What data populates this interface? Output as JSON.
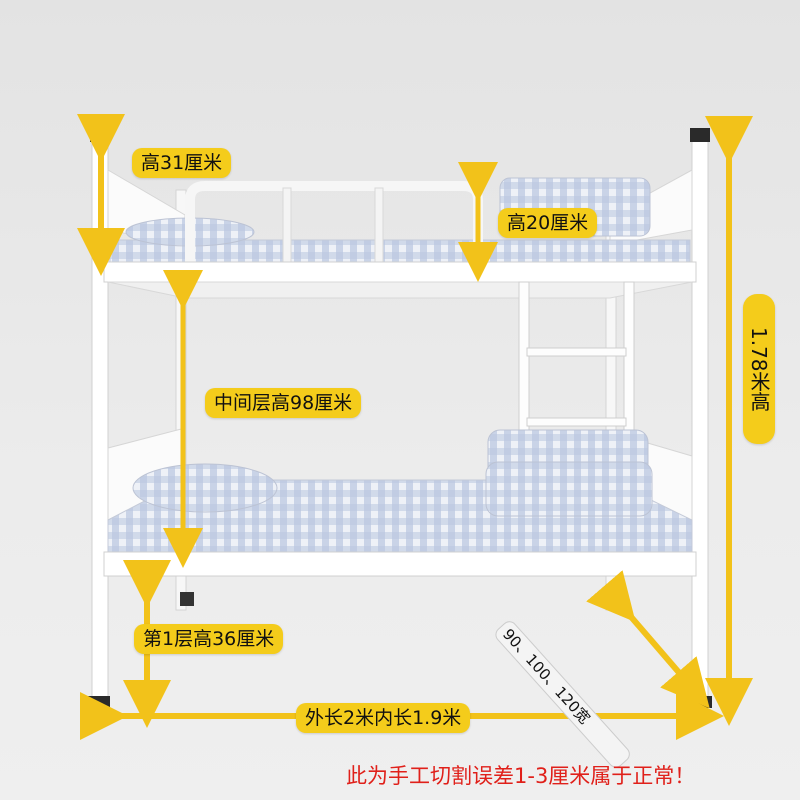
{
  "labels": {
    "top_rail_height": "高31厘米",
    "guardrail_height": "高20厘米",
    "middle_height": "中间层高98厘米",
    "first_layer_height": "第1层高36厘米",
    "total_height": "1.78米高",
    "length": "外长2米内长1.9米",
    "width_options": "90、100、120宽"
  },
  "note": "此为手工切割误差1-3厘米属于正常！",
  "colors": {
    "label_bg": "#f4cc1b",
    "arrow": "#f2c21a",
    "note_text": "#e0201a",
    "frame": "#ffffff",
    "mattress": "#a9b8d6"
  }
}
